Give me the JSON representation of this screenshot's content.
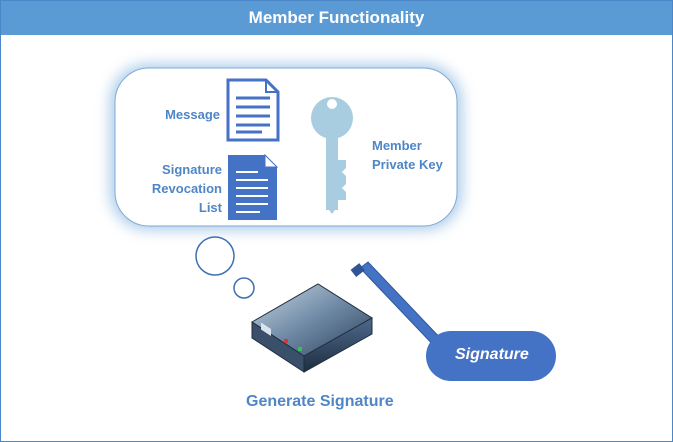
{
  "title": "Member Functionality",
  "bubble": {
    "message_label": "Message",
    "srl_label": [
      "Signature",
      "Revocation",
      "List"
    ],
    "key_label": [
      "Member",
      "Private Key"
    ]
  },
  "signature_label": "Signature",
  "caption": "Generate Signature",
  "colors": {
    "header": "#5b9bd5",
    "accent_text": "#4f86c6",
    "document_icon": "#4472c4",
    "key_icon": "#a9cde0",
    "signature_blob": "#4472c4",
    "bubble_glow": "#9dc3e6"
  },
  "icons": [
    "document-icon",
    "document-icon",
    "key-icon",
    "device-icon",
    "pencil-icon"
  ]
}
